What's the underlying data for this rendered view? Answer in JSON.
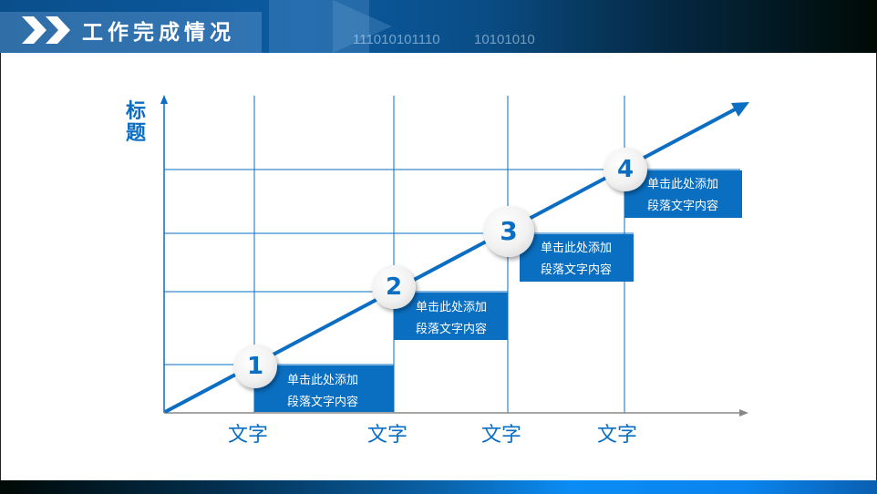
{
  "header": {
    "title": "工作完成情况",
    "icon": "double-chevron-right-icon",
    "binary_text": [
      "111010101110",
      "10101010"
    ]
  },
  "colors": {
    "accent": "#0b6fc1",
    "header_dark": "#000a05",
    "header_blue": "#0b5aa0",
    "footer_bright": "#0a8cf5"
  },
  "diagram": {
    "y_axis_label": "标题",
    "x_labels": [
      "文字",
      "文字",
      "文字",
      "文字"
    ],
    "steps": [
      {
        "number": "1",
        "line1": "单击此处添加",
        "line2": "段落文字内容"
      },
      {
        "number": "2",
        "line1": "单击此处添加",
        "line2": "段落文字内容"
      },
      {
        "number": "3",
        "line1": "单击此处添加",
        "line2": "段落文字内容"
      },
      {
        "number": "4",
        "line1": "单击此处添加",
        "line2": "段落文字内容"
      }
    ]
  }
}
